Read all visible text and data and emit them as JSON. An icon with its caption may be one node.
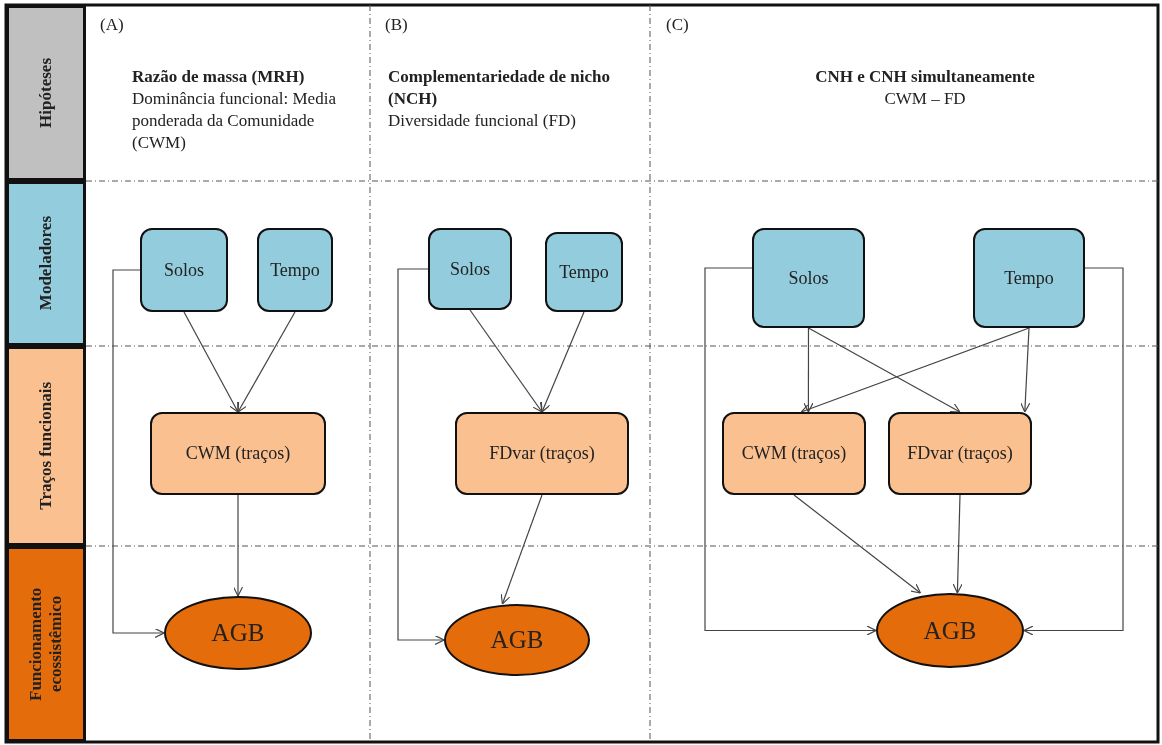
{
  "diagram": {
    "nodes": [
      {
        "text": [
          "Hipóteses"
        ]
      },
      {
        "text": [
          "Modeladores"
        ]
      },
      {
        "text": [
          "Traços funcionais"
        ]
      },
      {
        "text": [
          "Funcionamento ecossistêmico"
        ]
      },
      {
        "text": [
          "Solos"
        ]
      },
      {
        "text": [
          "Tempo"
        ]
      },
      {
        "text": [
          "CWM (traços)"
        ]
      },
      {
        "text": [
          "AGB"
        ]
      },
      {
        "text": [
          "Solos"
        ]
      },
      {
        "text": [
          "Tempo"
        ]
      },
      {
        "text": [
          "FDvar (traços)"
        ]
      },
      {
        "text": [
          "AGB"
        ]
      },
      {
        "text": [
          "Solos"
        ]
      },
      {
        "text": [
          "Tempo"
        ]
      },
      {
        "text": [
          "CWM (traços)"
        ]
      },
      {
        "text": [
          "FDvar (traços)"
        ]
      },
      {
        "text": [
          "AGB"
        ]
      }
    ],
    "edges": [
      {
        "from": 4,
        "to": 6,
        "arrow": "to"
      },
      {
        "from": 5,
        "to": 6,
        "arrow": "to"
      },
      {
        "from": 6,
        "to": 7,
        "arrow": "to"
      },
      {
        "from": 4,
        "to": 7,
        "arrow": "to"
      },
      {
        "from": 8,
        "to": 10,
        "arrow": "to"
      },
      {
        "from": 9,
        "to": 10,
        "arrow": "to"
      },
      {
        "from": 10,
        "to": 11,
        "arrow": "to"
      },
      {
        "from": 8,
        "to": 11,
        "arrow": "to"
      },
      {
        "from": 12,
        "to": 14,
        "arrow": "to"
      },
      {
        "from": 12,
        "to": 15,
        "arrow": "to"
      },
      {
        "from": 13,
        "to": 14,
        "arrow": "to"
      },
      {
        "from": 13,
        "to": 15,
        "arrow": "to"
      },
      {
        "from": 14,
        "to": 16,
        "arrow": "to"
      },
      {
        "from": 15,
        "to": 16,
        "arrow": "to"
      },
      {
        "from": 12,
        "to": 16,
        "arrow": "to"
      },
      {
        "from": 13,
        "to": 16,
        "arrow": "to"
      }
    ],
    "labels": [
      "(A)",
      "Razão de massa (MRH)",
      "Dominância funcional: Media ponderada da Comunidade (CWM)",
      "(B)",
      "Complementariedade de nicho (NCH)",
      "Diversidade funcional (FD)",
      "(C)",
      "CNH e CNH simultaneamente",
      "CWM – FD"
    ]
  }
}
